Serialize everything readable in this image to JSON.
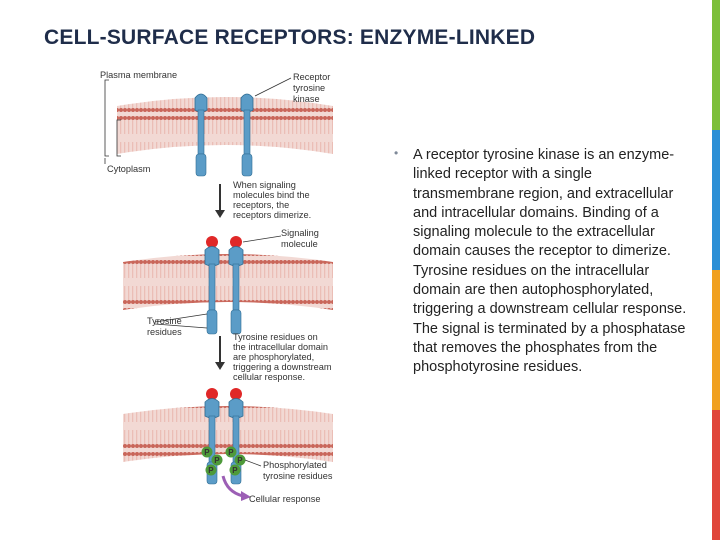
{
  "slide": {
    "title": "CELL-SURFACE RECEPTORS: ENZYME-LINKED",
    "bullet": "A receptor tyrosine kinase is an enzyme-linked receptor with a single transmembrane region, and extracellular and intracellular domains. Binding of a signaling molecule to the extracellular domain causes the receptor to dimerize. Tyrosine residues on the intracellular domain are then autophosphorylated, triggering a downstream cellular response. The signal is terminated by a phosphatase that removes the phosphates from the phosphotyrosine residues."
  },
  "figure": {
    "labels": {
      "plasma_membrane": "Plasma membrane",
      "receptor_1": "Receptor",
      "receptor_2": "tyrosine",
      "receptor_3": "kinase",
      "cytoplasm": "Cytoplasm",
      "step1_1": "When signaling",
      "step1_2": "molecules bind the",
      "step1_3": "receptors, the",
      "step1_4": "receptors dimerize.",
      "signal_1": "Signaling",
      "signal_2": "molecule",
      "tyr_1": "Tyrosine",
      "tyr_2": "residues",
      "step2_1": "Tyrosine residues on",
      "step2_2": "the intracellular domain",
      "step2_3": "are phosphorylated,",
      "step2_4": "triggering a downstream",
      "step2_5": "cellular response.",
      "phos_1": "Phosphorylated",
      "phos_2": "tyrosine residues",
      "cell_response": "Cellular response",
      "p_letter": "P"
    }
  },
  "colors": {
    "title": "#1f2d4a",
    "membrane": "#d98a80",
    "membrane_dark": "#b8574c",
    "receptor": "#5b9cc7",
    "signal": "#e02828",
    "phosphate": "#4e9a3a",
    "arrow_response": "#9c5fb5"
  }
}
